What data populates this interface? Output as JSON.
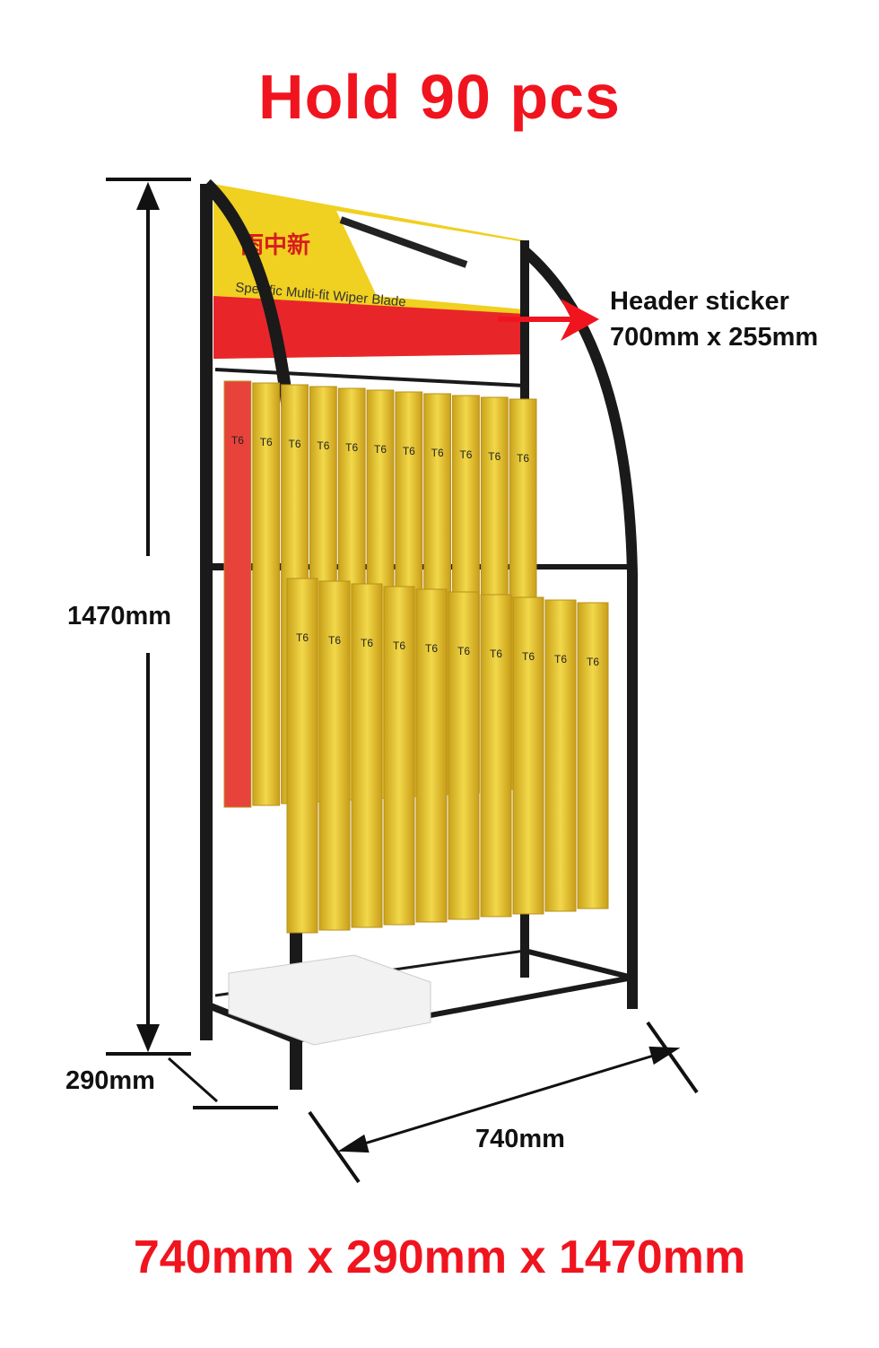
{
  "headline": "Hold 90 pcs",
  "footer_dimensions": "740mm x 290mm x 1470mm",
  "annotations": {
    "height": "1470mm",
    "depth": "290mm",
    "width": "740mm",
    "header_title": "Header sticker",
    "header_size": "700mm x 255mm"
  },
  "sticker": {
    "brand_logo": "雨中新",
    "product": "Specific Multi-fit Wiper Blade",
    "package_code": "T6"
  },
  "colors": {
    "accent_red": "#f0141e",
    "package_yellow": "#e8c22a",
    "frame": "#1a1a1a"
  }
}
